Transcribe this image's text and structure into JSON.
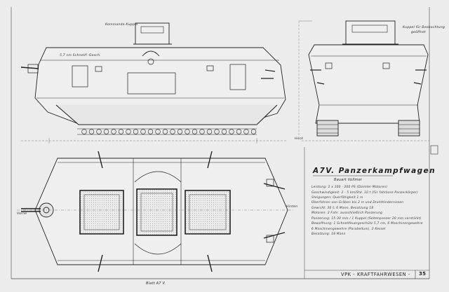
{
  "document": {
    "title": "A7V. Panzerkampfwagen",
    "subtitle": "Bauart Vollmer",
    "specs": [
      "Leistung: 2 x 100 - 200 PS (Daimler-Motoren)",
      "Geschwindigkeit: 3 - 5 km/Std. 10 t (für fahrbare Panzerkörper)",
      "Steigungen: Querfähigkeit 1 m",
      "Überfahren von Gräben bis 2 m und Drahthindernissen",
      "Gewicht: 30 t; 6 Mann, Besatzung 18",
      "Motoren: 2 Fahr. ausschließlich Panzerung",
      "Panzerung: 15-30 mm / 1 Kuppel (Seitenpanzer 20 mm verstärkt)",
      "Bewaffnung: 1 Schnellfeuergeschütz 5,7 cm, 6 Maschinengewehre",
      "6 Maschinengewehre (Parabellum), 2 Kessel",
      "Besatzung: 18 Mann"
    ],
    "annotations": {
      "cupola": "Kommando-Kuppel",
      "side_gun": "5,7 cm Schnellf.-Gesch.",
      "front_note_1": "Kuppel für Beobachtung",
      "front_note_2": "geöffnet",
      "left_label": "Vorne",
      "right_label": "Hinten",
      "rear_label": "Heck"
    },
    "footer": {
      "stamp": "VPK - KRAFTFAHRWESEN -",
      "page_number": "35",
      "figure_mark": "Blatt A7 V."
    }
  }
}
